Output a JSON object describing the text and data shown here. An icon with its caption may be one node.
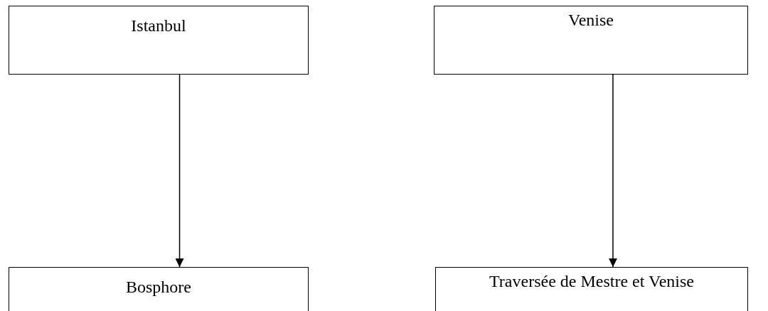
{
  "diagram": {
    "nodes": [
      {
        "text": [
          "Istanbul"
        ]
      },
      {
        "text": [
          "Venise"
        ]
      },
      {
        "text": [
          "Bosphore"
        ]
      },
      {
        "text": [
          "Traversée de Mestre et Venise"
        ]
      }
    ],
    "edges": [
      {
        "from": 0,
        "to": 2,
        "arrow": "to"
      },
      {
        "from": 1,
        "to": 3,
        "arrow": "to"
      }
    ]
  }
}
